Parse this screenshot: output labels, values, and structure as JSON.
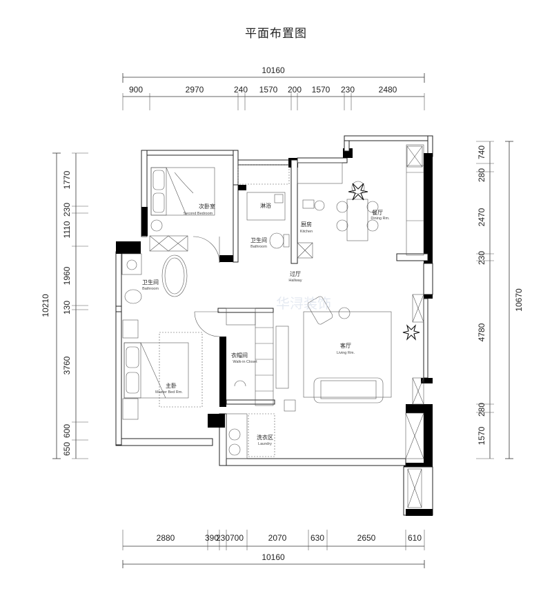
{
  "title": "平面布置图",
  "dims": {
    "top_total": "10160",
    "top_segments": [
      "900",
      "2970",
      "240",
      "1570",
      "200",
      "1570",
      "230",
      "2480"
    ],
    "bottom_segments": [
      "2880",
      "390",
      "230",
      "700",
      "2070",
      "630",
      "2650",
      "610"
    ],
    "bottom_total": "10160",
    "left_total": "10210",
    "left_segments": [
      "1770",
      "230",
      "1110",
      "1960",
      "130",
      "3760",
      "600",
      "650"
    ],
    "right_total": "10670",
    "right_segments": [
      "740",
      "280",
      "2470",
      "230",
      "4780",
      "280",
      "1570"
    ]
  },
  "rooms": {
    "second_bedroom": {
      "cn": "次卧室",
      "en": "Second Bedroom"
    },
    "shower": {
      "cn": "淋浴",
      "en": ""
    },
    "bathroom_a": {
      "cn": "卫生间",
      "en": "Bathroom"
    },
    "kitchen": {
      "cn": "厨房",
      "en": "Kitchen"
    },
    "dining": {
      "cn": "餐厅",
      "en": "Dining Rm."
    },
    "bathroom_b": {
      "cn": "卫生间",
      "en": "Bathroom"
    },
    "hallway": {
      "cn": "过厅",
      "en": "Hallway"
    },
    "walkin": {
      "cn": "衣帽间",
      "en": "Walk-in Closet"
    },
    "living": {
      "cn": "客厅",
      "en": "Living Rm."
    },
    "master": {
      "cn": "主卧",
      "en": "Master Bed Rm."
    },
    "laundry": {
      "cn": "洗衣区",
      "en": "Laundry"
    }
  },
  "watermark": "华浔装饰"
}
